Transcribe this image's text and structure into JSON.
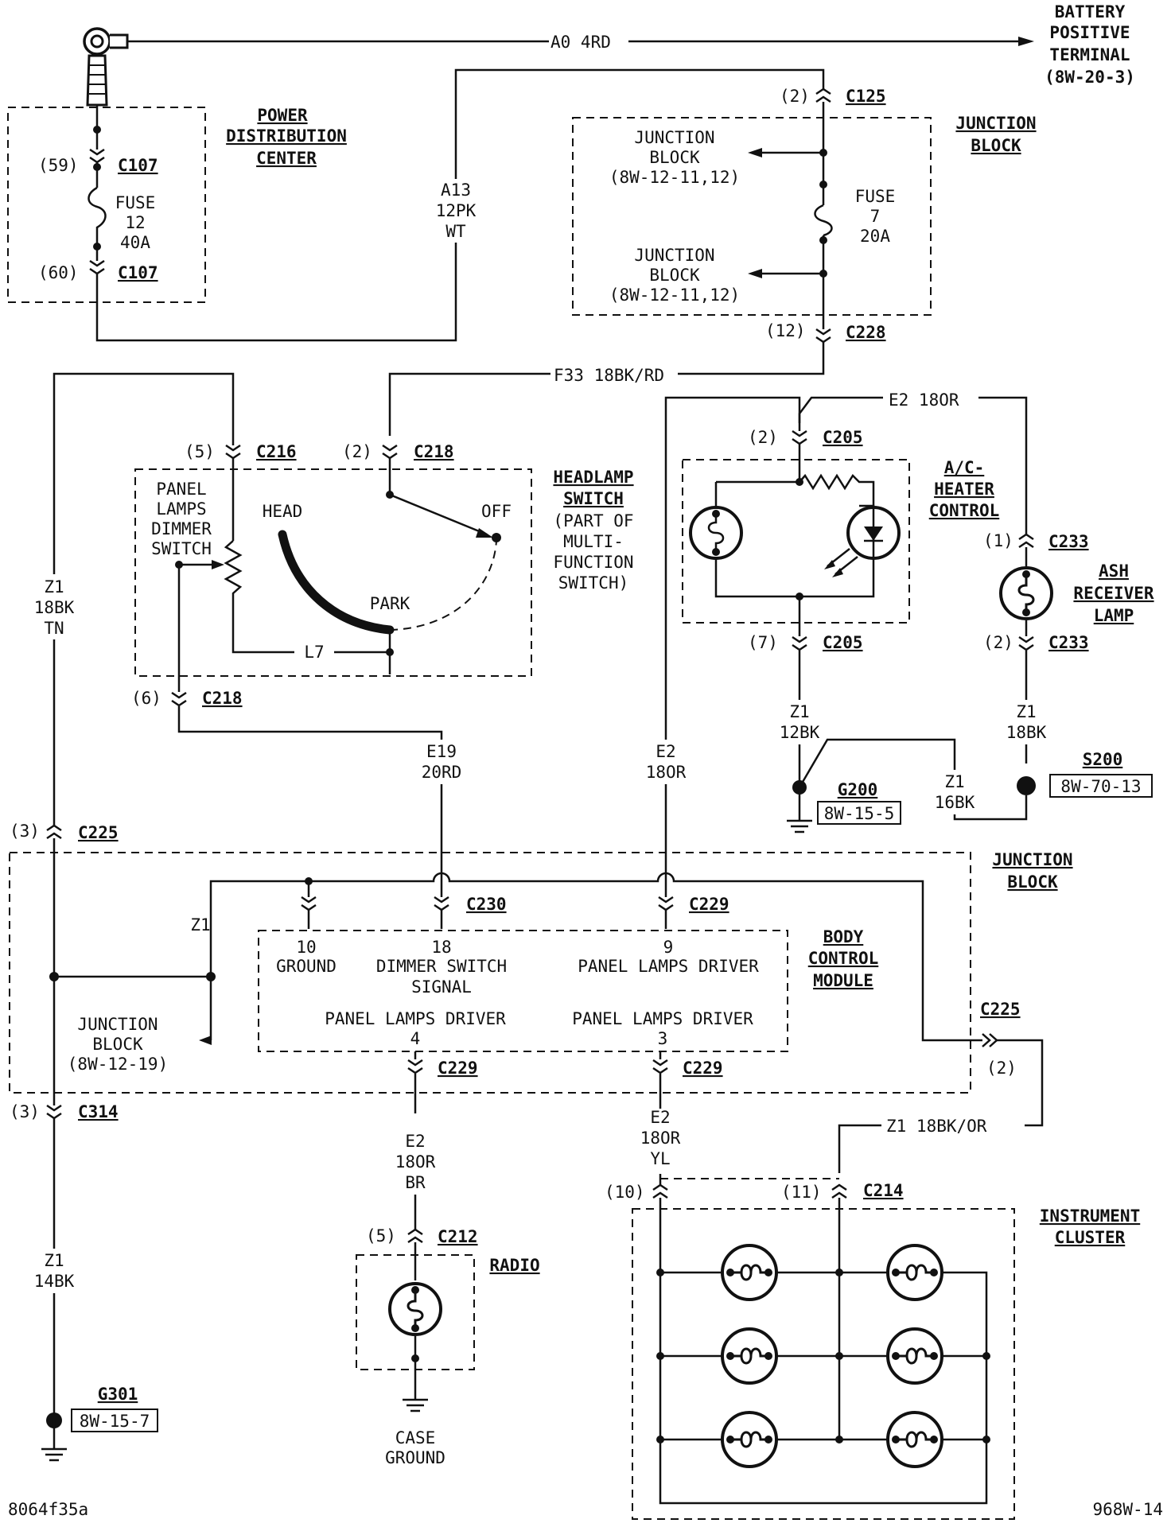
{
  "battery": {
    "line1": "BATTERY",
    "line2": "POSITIVE",
    "line3": "TERMINAL",
    "line4": "(8W-20-3)"
  },
  "wires": {
    "a0": "A0  4RD",
    "a13_1": "A13",
    "a13_2": "12PK",
    "a13_3": "WT",
    "f33": "F33  18BK/RD",
    "e2_top": "E2  18OR",
    "z1_left_1": "Z1",
    "z1_left_2": "18BK",
    "z1_left_3": "TN",
    "l7": "L7",
    "e19_1": "E19",
    "e19_2": "20RD",
    "e2_mid_1": "E2",
    "e2_mid_2": "18OR",
    "z1_ac_1": "Z1",
    "z1_ac_2": "12BK",
    "z1_g200_1": "Z1",
    "z1_g200_2": "16BK",
    "z1_ash_1": "Z1",
    "z1_ash_2": "18BK",
    "z1_jb": "Z1",
    "e2_radio_1": "E2",
    "e2_radio_2": "18OR",
    "e2_radio_3": "BR",
    "e2_ic_1": "E2",
    "e2_ic_2": "18OR",
    "e2_ic_3": "YL",
    "z1_ic": "Z1  18BK/OR",
    "z1_g301_1": "Z1",
    "z1_g301_2": "14BK"
  },
  "pdc": {
    "title1": "POWER",
    "title2": "DISTRIBUTION",
    "title3": "CENTER",
    "pin59": "(59)",
    "pin60": "(60)",
    "conn": "C107",
    "fuse1": "FUSE",
    "fuse2": "12",
    "fuse3": "40A"
  },
  "jb_top": {
    "title1": "JUNCTION",
    "title2": "BLOCK",
    "pin2": "(2)",
    "c125": "C125",
    "pin12": "(12)",
    "c228": "C228",
    "ref_a1": "JUNCTION",
    "ref_a2": "BLOCK",
    "ref_a3": "(8W-12-11,12)",
    "ref_b1": "JUNCTION",
    "ref_b2": "BLOCK",
    "ref_b3": "(8W-12-11,12)",
    "fuse1": "FUSE",
    "fuse2": "7",
    "fuse3": "20A"
  },
  "headlamp": {
    "title1": "HEADLAMP",
    "title2": "SWITCH",
    "sub1": "(PART OF",
    "sub2": "MULTI-",
    "sub3": "FUNCTION",
    "sub4": "SWITCH)",
    "dim1": "PANEL",
    "dim2": "LAMPS",
    "dim3": "DIMMER",
    "dim4": "SWITCH",
    "head": "HEAD",
    "off": "OFF",
    "park": "PARK",
    "pin5": "(5)",
    "c216": "C216",
    "pin2": "(2)",
    "c218": "C218",
    "pin6": "(6)",
    "c218b": "C218"
  },
  "ac": {
    "title1": "A/C-",
    "title2": "HEATER",
    "title3": "CONTROL",
    "pin2": "(2)",
    "c205": "C205",
    "pin7": "(7)",
    "c205b": "C205"
  },
  "ash": {
    "title1": "ASH",
    "title2": "RECEIVER",
    "title3": "LAMP",
    "pin1": "(1)",
    "c233": "C233",
    "pin2": "(2)",
    "c233b": "C233"
  },
  "grounds": {
    "g200": "G200",
    "g200_ref": "8W-15-5",
    "s200": "S200",
    "s200_ref": "8W-70-13",
    "g301": "G301",
    "g301_ref": "8W-15-7",
    "case1": "CASE",
    "case2": "GROUND"
  },
  "c225": {
    "pin3": "(3)",
    "name": "C225",
    "pin2": "(2)",
    "name2": "C225"
  },
  "c314": {
    "pin3": "(3)",
    "name": "C314"
  },
  "jb_bottom": {
    "title1": "JUNCTION",
    "title2": "BLOCK",
    "ref1": "JUNCTION",
    "ref2": "BLOCK",
    "ref3": "(8W-12-19)"
  },
  "bcm": {
    "title1": "BODY",
    "title2": "CONTROL",
    "title3": "MODULE",
    "c230": "C230",
    "c229": "C229",
    "c229b": "C229",
    "c229c": "C229",
    "p10": "10",
    "p10_label": "GROUND",
    "p18": "18",
    "p18_l1": "DIMMER SWITCH",
    "p18_l2": "SIGNAL",
    "p9": "9",
    "p9_label": "PANEL LAMPS DRIVER",
    "p4_label": "PANEL LAMPS DRIVER",
    "p4": "4",
    "p3_label": "PANEL LAMPS DRIVER",
    "p3": "3"
  },
  "radio": {
    "title": "RADIO",
    "pin5": "(5)",
    "c212": "C212"
  },
  "cluster": {
    "title1": "INSTRUMENT",
    "title2": "CLUSTER",
    "pin10": "(10)",
    "pin11": "(11)",
    "c214": "C214"
  },
  "footer": {
    "left": "8064f35a",
    "right": "968W-14"
  }
}
